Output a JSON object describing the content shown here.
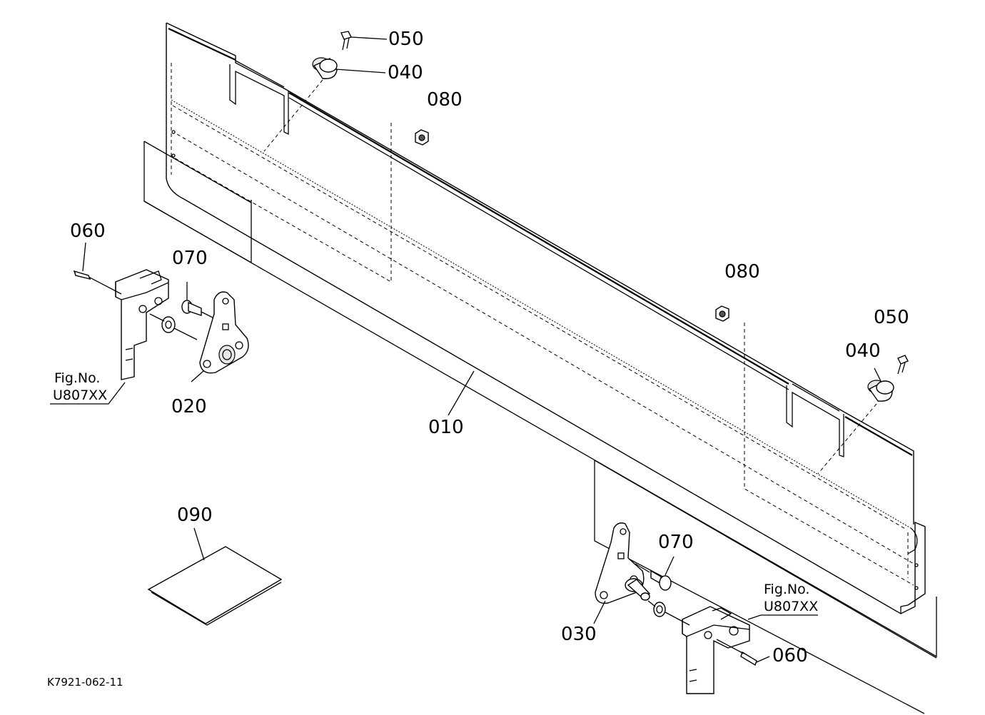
{
  "diagram": {
    "part_labels": {
      "p010": "010",
      "p020": "020",
      "p030": "030",
      "p040_top": "040",
      "p040_right": "040",
      "p050_top": "050",
      "p050_right": "050",
      "p060_left": "060",
      "p060_right": "060",
      "p070_left": "070",
      "p070_right": "070",
      "p080_top": "080",
      "p080_right": "080",
      "p090": "090"
    },
    "figure_refs": {
      "left": {
        "line1": "Fig.No.",
        "line2": "U807XX"
      },
      "right": {
        "line1": "Fig.No.",
        "line2": "U807XX"
      }
    },
    "drawing_code": "K7921-062-11"
  }
}
